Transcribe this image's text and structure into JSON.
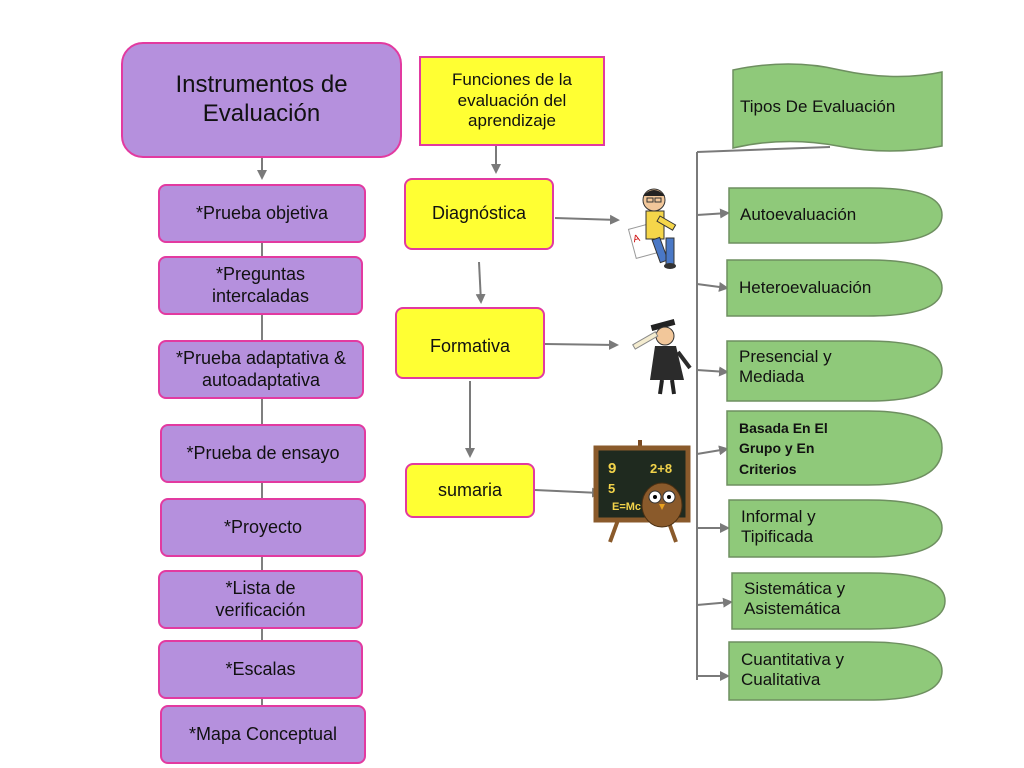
{
  "instrumentos": {
    "title": "Instrumentos de Evaluación",
    "items": [
      "*Prueba objetiva",
      "*Preguntas intercaladas",
      "*Prueba adaptativa & autoadaptativa",
      "*Prueba de ensayo",
      "*Proyecto",
      "*Lista de verificación",
      "*Escalas",
      "*Mapa Conceptual"
    ]
  },
  "funciones": {
    "title": "Funciones de la evaluación del aprendizaje",
    "items": [
      "Diagnóstica",
      "Formativa",
      "sumaria"
    ]
  },
  "tipos": {
    "title": "Tipos De Evaluación",
    "items": [
      "Autoevaluación",
      "Heteroevaluación",
      "Presencial y Mediada",
      "Basada En El Grupo y  En Criterios",
      "Informal y Tipificada",
      "Sistemática y Asistemática",
      "Cuantitativa y Cualitativa"
    ]
  },
  "colors": {
    "instrumentos_fill": "#b590dd",
    "funciones_fill": "#ffff33",
    "tipos_fill": "#8fc97a",
    "border": "#e23aa0",
    "connector": "#7a7a7a"
  },
  "illustrations": [
    "student-with-exam-icon",
    "graduate-with-diploma-icon",
    "owl-chalkboard-icon"
  ]
}
